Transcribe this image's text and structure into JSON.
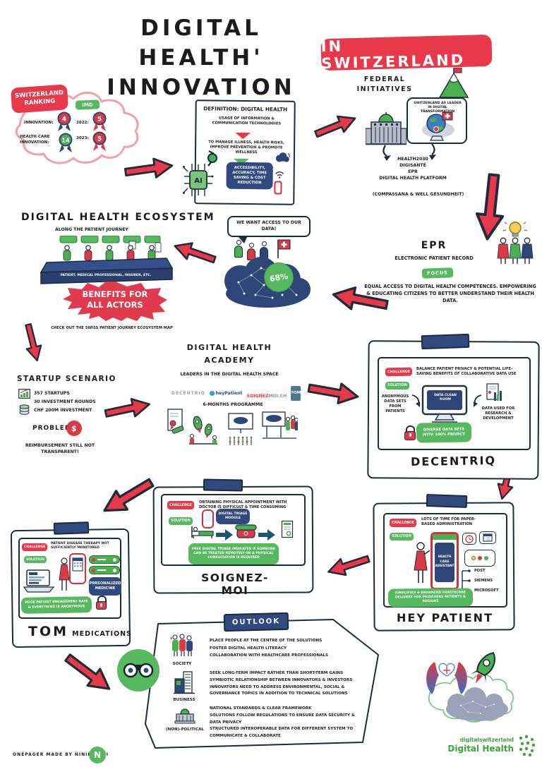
{
  "title": {
    "line1": "DIGITAL HEALTH'",
    "line2": "INNOVATION",
    "location_badge": "IN SWITZERLAND"
  },
  "ranking": {
    "header": "SWITZERLAND RANKING",
    "org_badge": "IMD",
    "row1_label": "INNOVATION:",
    "row1_rank": "4",
    "row1_year": "2022:",
    "row1_year_rank": "5",
    "row2_label": "HEALTH CARE INNOVATION:",
    "row2_rank": "14",
    "row2_year": "2023:",
    "row2_year_rank": "5"
  },
  "definition": {
    "title": "DEFINITION: DIGITAL HEALTH",
    "usage": "USAGE OF INFORMATION & COMMUNICATION TECHNOLOGIES",
    "purpose": "TO MANAGE ILLNESS, HEALTH RISKS, IMPROVE PREVENTION & PROMOTE WELLNESS",
    "benefits": "ACCESSIBILITY, ACCURACY, TIME SAVING & COST REDUCTION",
    "ai_chip": "AI"
  },
  "federal": {
    "title1": "FEDERAL",
    "title2": "INITIATIVES",
    "speech": "SWITZERLAND AS LEADER IN DIGITAL TRANSFORMATION",
    "initiatives": [
      "HEALTH2030",
      "DIGISANTÉ",
      "EPR",
      "DIGITAL HEALTH PLATFORM"
    ],
    "platforms_note": "(COMPASSANA & WELL GESUNDHEIT)"
  },
  "ecosystem": {
    "title": "DIGITAL HEALTH ECOSYSTEM",
    "subtitle": "ALONG THE PATIENT JOURNEY",
    "actors": "PATIENT, MEDICAL PROFESSIONAL, INSURER, ETC.",
    "benefits1": "BENEFITS FOR",
    "benefits2": "ALL ACTORS",
    "caption": "CHECK OUT THE SWISS PATIENT JOURNEY ECOSYSTEM MAP"
  },
  "data_demand": {
    "speech": "WE WANT ACCESS TO OUR DATA!",
    "percentage": "68%"
  },
  "epr": {
    "title": "EPR",
    "subtitle": "ELECTRONIC PATIENT RECORD",
    "focus_badge": "FOCUS",
    "description": "EQUAL ACCESS TO DIGITAL HEALTH COMPETENCES. EMPOWERING & EDUCATING CITIZENS TO BETTER UNDERSTAND THEIR HEALTH DATA."
  },
  "startup": {
    "title": "STARTUP SCENARIO",
    "stat1": "357 STARTUPS",
    "stat2": "30 INVESTMENT ROUNDS",
    "stat3": "CHF 200M INVESTMENT",
    "problem_label": "PROBLEM:",
    "problem_symbol": "$",
    "problem_text": "REIMBURSEMENT STILL NOT TRANSPARENT!"
  },
  "academy": {
    "title1": "DIGITAL HEALTH",
    "title2": "ACADEMY",
    "subtitle": "LEADERS IN THE DIGITAL HEALTH SPACE",
    "logo1": "DECENTRIQ",
    "logo2": "heyPatient",
    "logo3a": "SOIGNEZ",
    "logo3b": "MOI.CH",
    "logo4": "TOM",
    "programme": "6-MONTHS PROGRAMME"
  },
  "labels": {
    "challenge": "CHALLENGE",
    "solution": "SOLUTION"
  },
  "decentriq": {
    "challenge": "BALANCE PATIENT PRIVACY & POTENTIAL LIFE-SAVING BENEFITS OF COLLABORATIVE DATA USE",
    "input": "ANONYMOUS DATA SETS FROM PATIENTS",
    "screen": "DATA CLEAN ROOM",
    "output": "DATA USED FOR RESEARCH & DEVELOPMENT",
    "result": "DIVERSE DATA SETS WITH 100% PRIVACY",
    "name": "DECENTRIQ"
  },
  "soignez": {
    "challenge": "OBTAINING PHYSICAL APPOINTMENT WITH DOCTOR IS DIFFICULT & TIME CONSUMING",
    "module": "DIGITAL TRIAGE MODULE",
    "result": "FREE DIGITAL TRIAGE INDICATES IF SOMEONE CAN BE TREATED REMOTELY OR A PHYSICAL CONSULTATION IS REQUIRED",
    "name": "SOIGNEZ-MOI"
  },
  "heypatient": {
    "challenge": "LOTS OF TIME FOR PAPER-BASED ADMINISTRATION",
    "screen": "HEALTH CARE ASSISTANT",
    "partner1": "POST",
    "partner2": "SIEMENS",
    "partner3": "MICROSOFT",
    "result": "SIMPLIFIED & ENHANCED HEALTHCARE DELIVERY FOR PROVIDERS PATIENTS & REGIONS",
    "name": "HEY PATIENT"
  },
  "tom": {
    "challenge": "PATIENT DISEASE THERAPY NOT SUFFICIENTLY MONITORED",
    "personalized": "PERSONALIZED MEDICINE",
    "result": "HUGE PATIENT ENGAGEMENT RATE & EVERYTHING IS ANONYMOUS",
    "name": "TOM",
    "name_suffix": "MEDICATIONS"
  },
  "outlook": {
    "title": "OUTLOOK",
    "society_label": "SOCIETY",
    "society_lines": [
      "PLACE PEOPLE AT THE CENTRE OF THE SOLUTIONS",
      "FOSTER DIGITAL HEALTH LITERACY",
      "COLLABORATION WITH HEALTHCARE PROFESSIONALS"
    ],
    "business_label": "BUSINESS",
    "business_lines": [
      "SEEK LONG-TERM IMPACT RATHER THAN SHORT-TERM GAINS",
      "SYMBIOTIC RELATIONSHIP BETWEEN INNOVATORS & INVESTORS",
      "INNOVATORS NEED TO ADDRESS ENVIRONMENTAL, SOCIAL & GOVERNANCE TOPICS IN ADDITION TO TECHNICAL SOLUTIONS"
    ],
    "political_label": "(NON)-POLITICAL",
    "political_lines": [
      "NATIONAL STANDARDS & CLEAR FRAMEWORK",
      "SOLUTIONS FOLLOW REGULATIONS TO ENSURE DATA SECURITY & DATA PRIVACY",
      "STRUCTURED INTEROPERABLE DATA FOR DIFFERENT SYSTEM TO COMMUNICATE & COLLABORATE"
    ]
  },
  "footer": {
    "credit": "ONEPAGER MADE BY NINIPARATI",
    "mark": "N"
  },
  "brand": {
    "line1": "digitalswitzerland",
    "line2": "Digital Health"
  },
  "colors": {
    "accent_red": "#e8394a",
    "accent_green": "#56b85f",
    "accent_navy": "#30497e",
    "brand_green": "#3fa13f"
  }
}
